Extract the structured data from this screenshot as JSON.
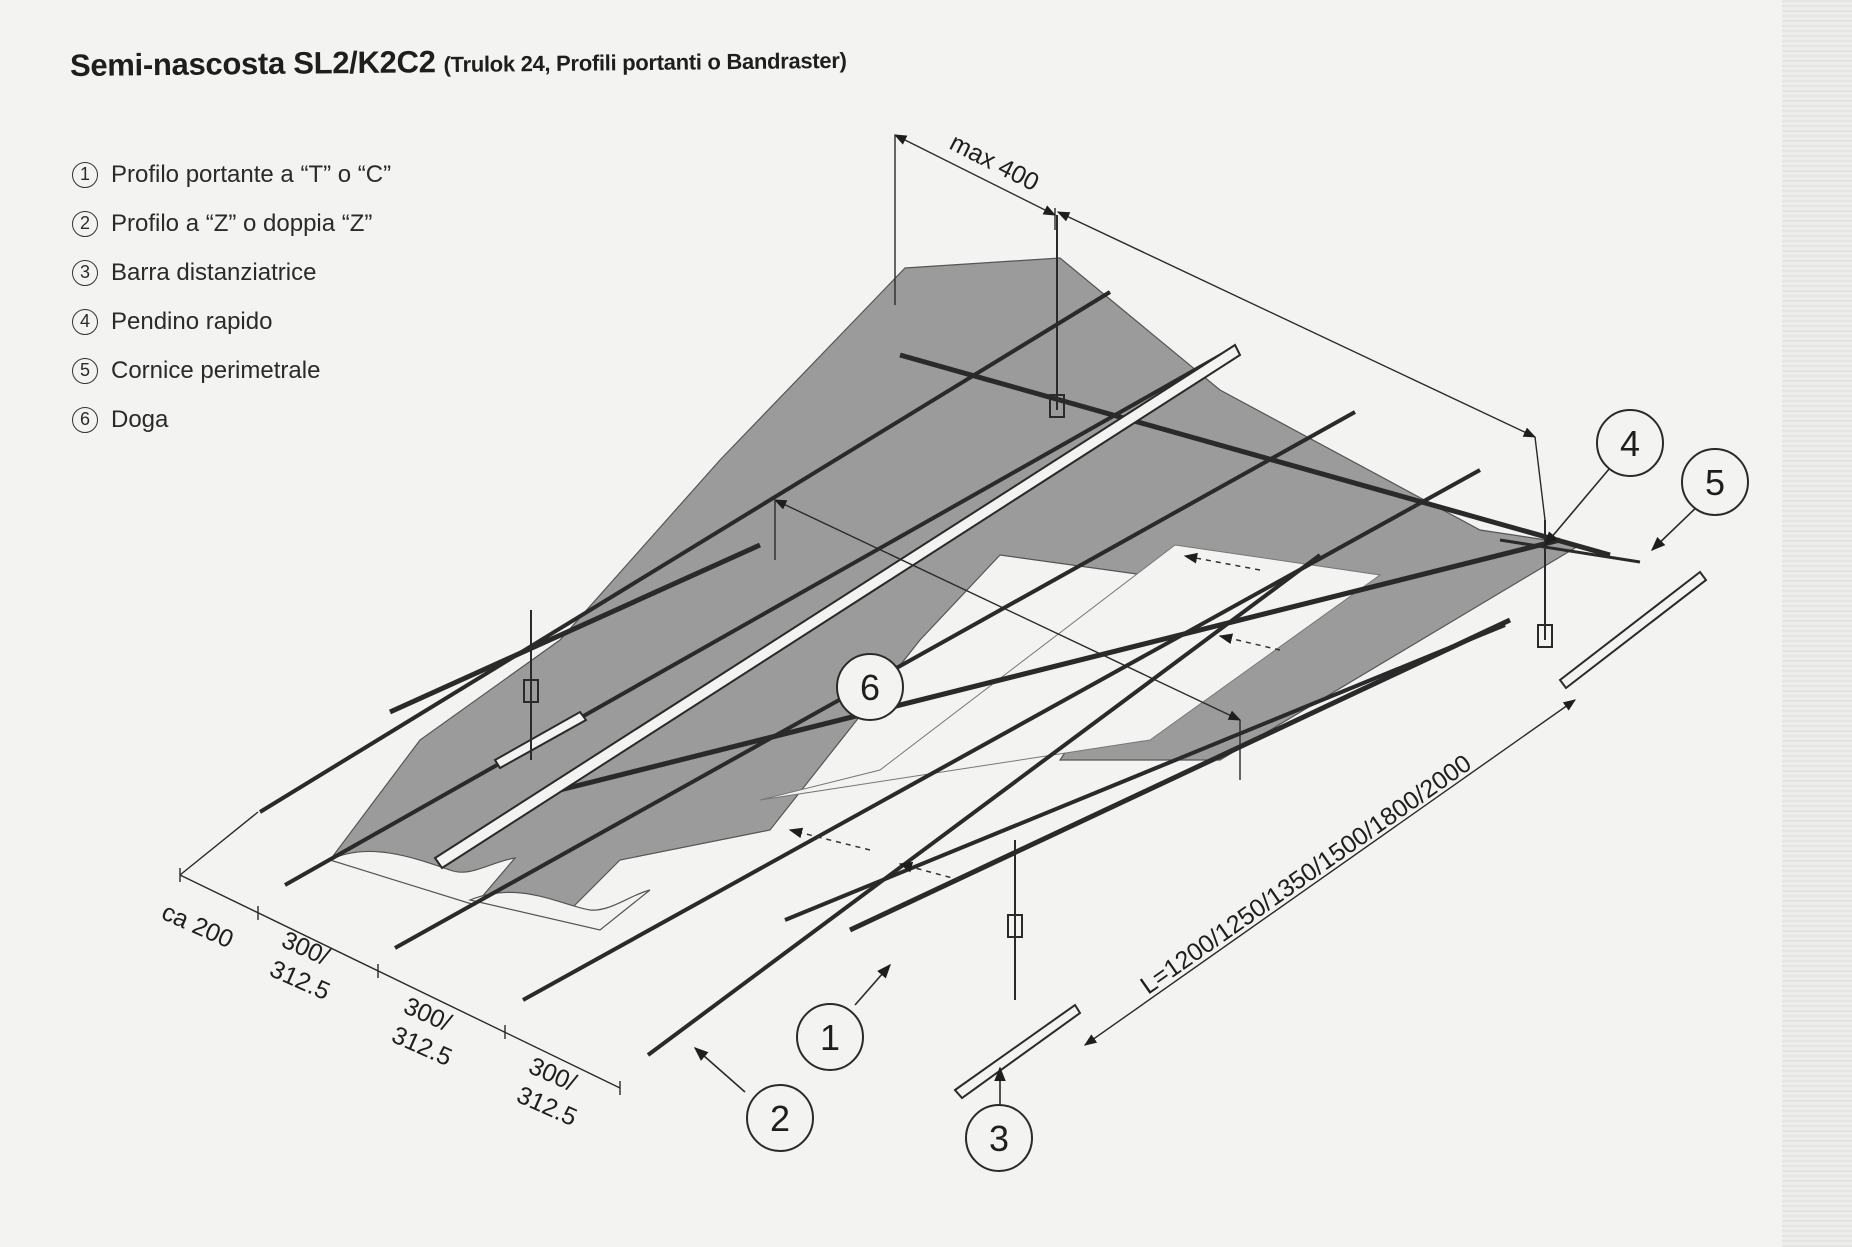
{
  "title": {
    "main": "Semi-nascosta SL2/K2C2",
    "sub": "(Trulok 24, Profili portanti o Bandraster)"
  },
  "legend": [
    {
      "num": "1",
      "label": "Profilo portante a “T” o “C”"
    },
    {
      "num": "2",
      "label": "Profilo a “Z” o doppia “Z”"
    },
    {
      "num": "3",
      "label": "Barra distanziatrice"
    },
    {
      "num": "4",
      "label": "Pendino rapido"
    },
    {
      "num": "5",
      "label": "Cornice perimetrale"
    },
    {
      "num": "6",
      "label": "Doga"
    }
  ],
  "callouts": {
    "c1": "1",
    "c2": "2",
    "c3": "3",
    "c4": "4",
    "c5": "5",
    "c6": "6"
  },
  "dimensions": {
    "max": "max 400",
    "length": "L=1200/1250/1350/1500/1800/2000",
    "edge": "ca 200",
    "spacing1_a": "300/",
    "spacing1_b": "312.5",
    "spacing2_a": "300/",
    "spacing2_b": "312.5",
    "spacing3_a": "300/",
    "spacing3_b": "312.5"
  }
}
